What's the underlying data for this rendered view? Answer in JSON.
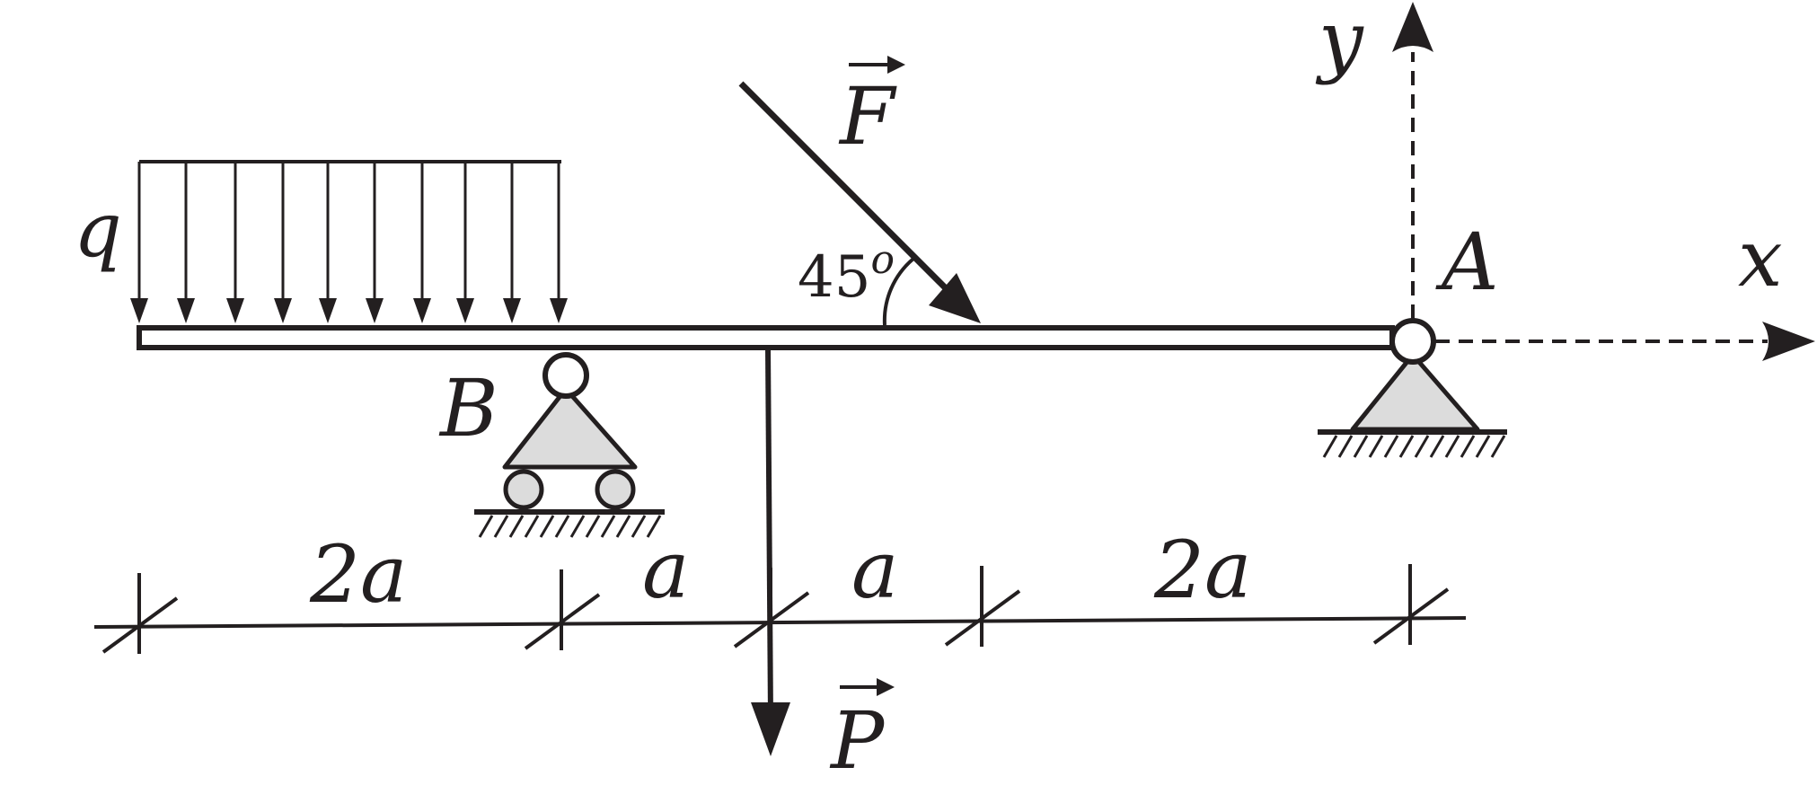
{
  "labels": {
    "q": "q",
    "F": "F",
    "P": "P",
    "A": "A",
    "B": "B",
    "x": "x",
    "y": "y",
    "angle_value": "45",
    "angle_unit": "o"
  },
  "dimensions": [
    "2a",
    "a",
    "a",
    "2a"
  ],
  "colors": {
    "ink": "#231f20",
    "support_fill": "#dcdcdc",
    "background": "#ffffff"
  }
}
